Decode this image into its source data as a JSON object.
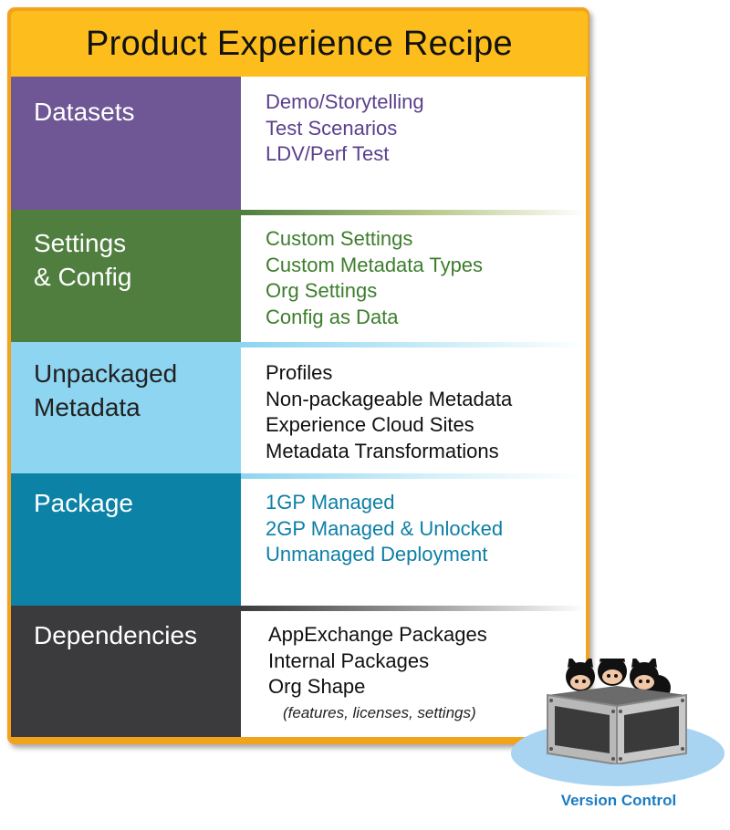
{
  "title": "Product Experience Recipe",
  "colors": {
    "orange": "#f3a21b",
    "title_yellow": "#fdbe1d",
    "datasets": "#6e5794",
    "settings": "#4f7e3e",
    "unpackaged": "#8dd5f0",
    "package": "#0c83a6",
    "dependencies": "#3b3b3d"
  },
  "sections": [
    {
      "category": [
        "Datasets"
      ],
      "items": [
        "Demo/Storytelling",
        "Test Scenarios",
        "LDV/Perf Test"
      ]
    },
    {
      "category": [
        "Settings",
        "& Config"
      ],
      "items": [
        "Custom Settings",
        "Custom Metadata Types",
        "Org Settings",
        "Config as Data"
      ]
    },
    {
      "category": [
        "Unpackaged",
        "Metadata"
      ],
      "items": [
        "Profiles",
        "Non-packageable Metadata",
        "Experience Cloud Sites",
        "Metadata Transformations"
      ]
    },
    {
      "category": [
        "Package"
      ],
      "items": [
        "1GP Managed",
        "2GP Managed & Unlocked",
        "Unmanaged Deployment"
      ]
    },
    {
      "category": [
        "Dependencies"
      ],
      "items": [
        "AppExchange Packages",
        "Internal Packages",
        "Org Shape"
      ],
      "note": "(features, licenses, settings)"
    }
  ],
  "version_control": {
    "label": "Version Control",
    "icon": "octocat-crate-icon"
  }
}
